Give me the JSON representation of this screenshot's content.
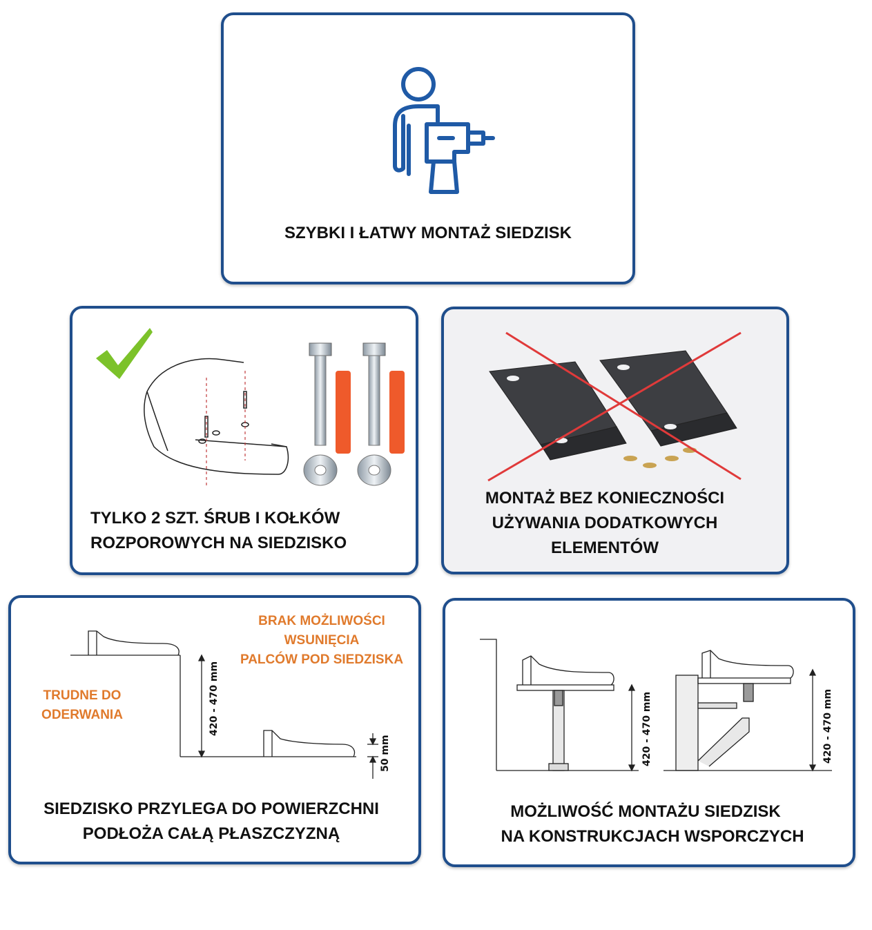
{
  "colors": {
    "border": "#1f4e8c",
    "icon": "#1f5aa6",
    "orange": "#e07a2c",
    "check": "#7cc22a",
    "cross": "#e03a3a"
  },
  "card_top": {
    "icon": "worker-drill-icon",
    "caption": "SZYBKI I ŁATWY MONTAŻ SIEDZISK"
  },
  "card_bolts": {
    "icon": "checkmark-icon",
    "line1": "TYLKO 2 SZT. ŚRUB I KOŁKÓW",
    "line2": "ROZPOROWYCH NA SIEDZISKO"
  },
  "card_brackets": {
    "icon": "cross-out-icon",
    "line1": "MONTAŻ BEZ KONIECZNOŚCI",
    "line2": "UŻYWANIA DODATKOWYCH",
    "line3": "ELEMENTÓW"
  },
  "card_flat": {
    "note_right": [
      "BRAK MOŻLIWOŚCI",
      "WSUNIĘCIA",
      "PALCÓW POD SIEDZISKA"
    ],
    "note_left": [
      "TRUDNE DO",
      "ODERWANIA"
    ],
    "dim_height": "420 - 470 mm",
    "dim_gap": "50 mm",
    "line1": "SIEDZISKO PRZYLEGA DO POWIERZCHNI",
    "line2": "PODŁOŻA CAŁĄ PŁASZCZYZNĄ"
  },
  "card_support": {
    "dim_left": "420 - 470 mm",
    "dim_right": "420 - 470 mm",
    "line1": "MOŻLIWOŚĆ MONTAŻU SIEDZISK",
    "line2": "NA KONSTRUKCJACH WSPORCZYCH"
  }
}
